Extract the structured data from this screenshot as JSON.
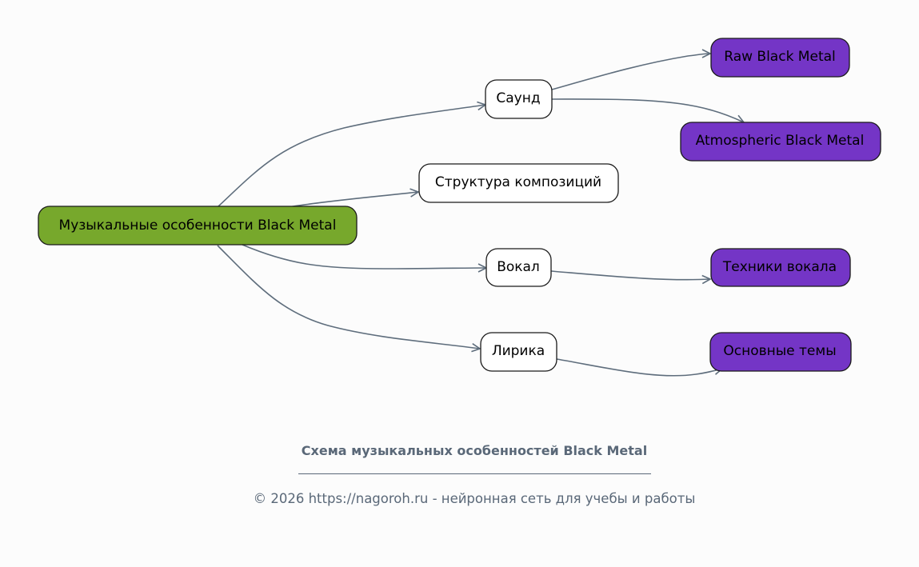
{
  "diagram": {
    "colors": {
      "root": "#77a82c",
      "mid": "#ffffff",
      "leaf": "#7435c6",
      "edge": "#5e6d7c",
      "caption": "#5a6878"
    },
    "nodes": [
      {
        "id": "root",
        "label": "Музыкальные особенности Black Metal",
        "level": "root"
      },
      {
        "id": "sound",
        "label": "Саунд",
        "level": "mid"
      },
      {
        "id": "structure",
        "label": "Структура композиций",
        "level": "mid"
      },
      {
        "id": "vocal",
        "label": "Вокал",
        "level": "mid"
      },
      {
        "id": "lyrics",
        "label": "Лирика",
        "level": "mid"
      },
      {
        "id": "raw",
        "label": "Raw Black Metal",
        "level": "leaf"
      },
      {
        "id": "atmo",
        "label": "Atmospheric Black Metal",
        "level": "leaf"
      },
      {
        "id": "vocal_tech",
        "label": "Техники вокала",
        "level": "leaf"
      },
      {
        "id": "themes",
        "label": "Основные темы",
        "level": "leaf"
      }
    ],
    "edges": [
      {
        "from": "root",
        "to": "sound"
      },
      {
        "from": "root",
        "to": "structure"
      },
      {
        "from": "root",
        "to": "vocal"
      },
      {
        "from": "root",
        "to": "lyrics"
      },
      {
        "from": "sound",
        "to": "raw"
      },
      {
        "from": "sound",
        "to": "atmo"
      },
      {
        "from": "vocal",
        "to": "vocal_tech"
      },
      {
        "from": "lyrics",
        "to": "themes"
      }
    ]
  },
  "caption": {
    "title": "Схема музыкальных особенностей Black Metal",
    "footer": "© 2026 https://nagoroh.ru - нейронная сеть для учебы и работы"
  }
}
